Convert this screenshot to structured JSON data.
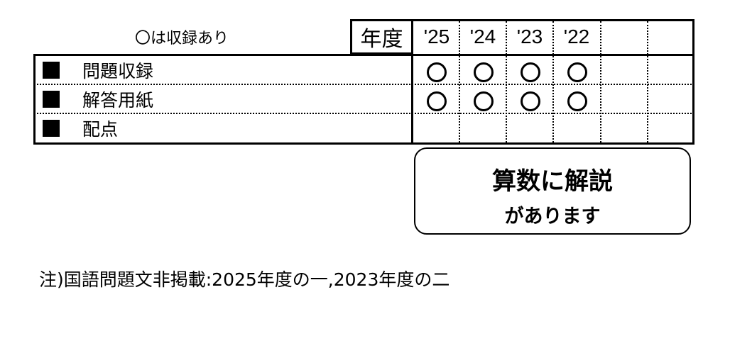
{
  "legend": "〇は収録あり",
  "header": {
    "nendo_label": "年度",
    "years": [
      "'25",
      "'24",
      "'23",
      "'22",
      "",
      ""
    ]
  },
  "rows": [
    {
      "label": "問題収録",
      "marks": [
        true,
        true,
        true,
        true,
        false,
        false
      ]
    },
    {
      "label": "解答用紙",
      "marks": [
        true,
        true,
        true,
        true,
        false,
        false
      ]
    },
    {
      "label": "配点",
      "marks": [
        false,
        false,
        false,
        false,
        false,
        false
      ]
    }
  ],
  "callout": {
    "line1": "算数に解説",
    "line2": "があります"
  },
  "footnote": "注)国語問題文非掲載:2025年度の一,2023年度の二"
}
